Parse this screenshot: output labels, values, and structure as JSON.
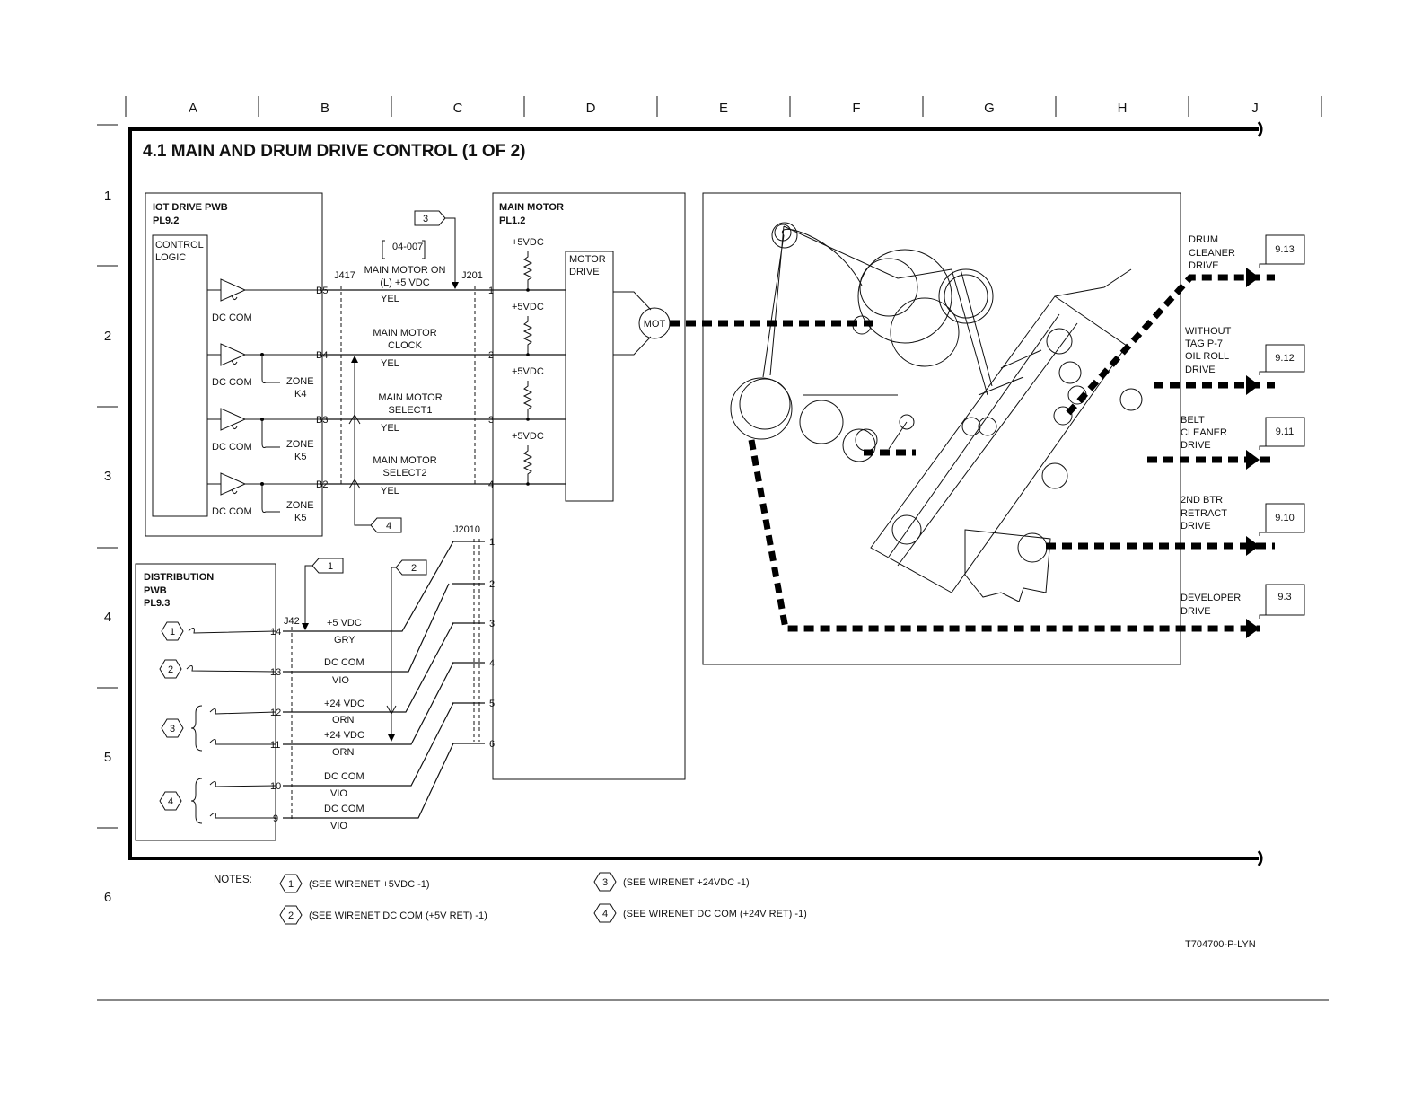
{
  "grid": {
    "columns": [
      "A",
      "B",
      "C",
      "D",
      "E",
      "F",
      "G",
      "H",
      "J"
    ],
    "rows": [
      "1",
      "2",
      "3",
      "4",
      "5",
      "6"
    ]
  },
  "title": "4.1 MAIN AND DRUM DRIVE CONTROL (1 OF 2)",
  "iot_drive_pwb": {
    "name": "IOT DRIVE PWB",
    "part": "PL9.2",
    "control_logic": [
      "CONTROL",
      "LOGIC"
    ],
    "dc_com_labels": [
      "DC COM",
      "DC COM",
      "DC COM",
      "DC COM"
    ],
    "zones": [
      [
        "ZONE",
        "K4"
      ],
      [
        "ZONE",
        "K5"
      ],
      [
        "ZONE",
        "K5"
      ]
    ],
    "pins": [
      "B5",
      "B4",
      "B3",
      "B2"
    ],
    "connector": "J417"
  },
  "signals": {
    "fault_ref": "04-007",
    "rows": [
      {
        "label": [
          "MAIN MOTOR ON",
          "(L) +5 VDC"
        ],
        "wire": "YEL",
        "pin": "1"
      },
      {
        "label": [
          "MAIN MOTOR",
          "CLOCK"
        ],
        "wire": "YEL",
        "pin": "2"
      },
      {
        "label": [
          "MAIN MOTOR",
          "SELECT1"
        ],
        "wire": "YEL",
        "pin": "3"
      },
      {
        "label": [
          "MAIN MOTOR",
          "SELECT2"
        ],
        "wire": "YEL",
        "pin": "4"
      }
    ]
  },
  "main_motor": {
    "name": "MAIN MOTOR",
    "part": "PL1.2",
    "connector": "J201",
    "pullups": [
      "+5VDC",
      "+5VDC",
      "+5VDC",
      "+5VDC"
    ],
    "drive": [
      "MOTOR",
      "DRIVE"
    ],
    "mot": "MOT",
    "connector2": "J2010",
    "pins2": [
      "1",
      "2",
      "3",
      "4",
      "5",
      "6"
    ]
  },
  "distribution_pwb": {
    "name": "DISTRIBUTION",
    "name2": "PWB",
    "part": "PL9.3",
    "connector": "J42",
    "pins": [
      {
        "pin": "14",
        "label": "+5 VDC",
        "wire": "GRY"
      },
      {
        "pin": "13",
        "label": "DC COM",
        "wire": "VIO"
      },
      {
        "pin": "12",
        "label": "+24 VDC",
        "wire": "ORN"
      },
      {
        "pin": "11",
        "label": "+24 VDC",
        "wire": "ORN"
      },
      {
        "pin": "10",
        "label": "DC COM",
        "wire": "VIO"
      },
      {
        "pin": "9",
        "label": "DC COM",
        "wire": "VIO"
      }
    ],
    "tags": [
      "1",
      "2",
      "3",
      "4"
    ]
  },
  "ref_tags": {
    "t1": "1",
    "t2": "2",
    "t3": "3",
    "t4": "4"
  },
  "outputs": [
    {
      "label": [
        "DRUM",
        "CLEANER",
        "DRIVE"
      ],
      "ref": "9.13"
    },
    {
      "label": [
        "WITHOUT",
        "TAG P-7",
        "OIL ROLL",
        "DRIVE"
      ],
      "ref": "9.12"
    },
    {
      "label": [
        "BELT",
        "CLEANER",
        "DRIVE"
      ],
      "ref": "9.11"
    },
    {
      "label": [
        "2ND BTR",
        "RETRACT",
        "DRIVE"
      ],
      "ref": "9.10"
    },
    {
      "label": [
        "DEVELOPER",
        "DRIVE"
      ],
      "ref": "9.3"
    }
  ],
  "notes": {
    "heading": "NOTES:",
    "items": [
      {
        "tag": "1",
        "text": "(SEE WIRENET +5VDC -1)"
      },
      {
        "tag": "2",
        "text": "(SEE WIRENET DC COM (+5V RET) -1)"
      },
      {
        "tag": "3",
        "text": "(SEE WIRENET +24VDC -1)"
      },
      {
        "tag": "4",
        "text": "(SEE WIRENET DC COM (+24V RET) -1)"
      }
    ]
  },
  "figure_id": "T704700-P-LYN"
}
